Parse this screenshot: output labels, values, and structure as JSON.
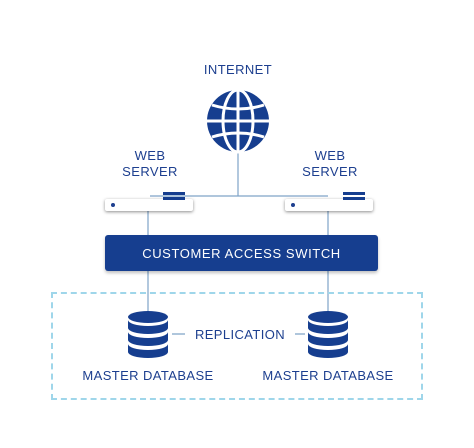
{
  "internet": {
    "label": "INTERNET"
  },
  "web_servers": [
    {
      "line1": "WEB",
      "line2": "SERVER"
    },
    {
      "line1": "WEB",
      "line2": "SERVER"
    }
  ],
  "switch": {
    "label": "CUSTOMER ACCESS SWITCH"
  },
  "replication": {
    "label": "REPLICATION"
  },
  "databases": [
    {
      "label": "MASTER DATABASE"
    },
    {
      "label": "MASTER DATABASE"
    }
  ],
  "colors": {
    "primary": "#163e8f",
    "text": "#1d3f8f",
    "connector": "#7fa3c8",
    "dashed_border": "#9fd6ea"
  },
  "icons": {
    "internet": "globe-icon",
    "database": "database-icon"
  }
}
